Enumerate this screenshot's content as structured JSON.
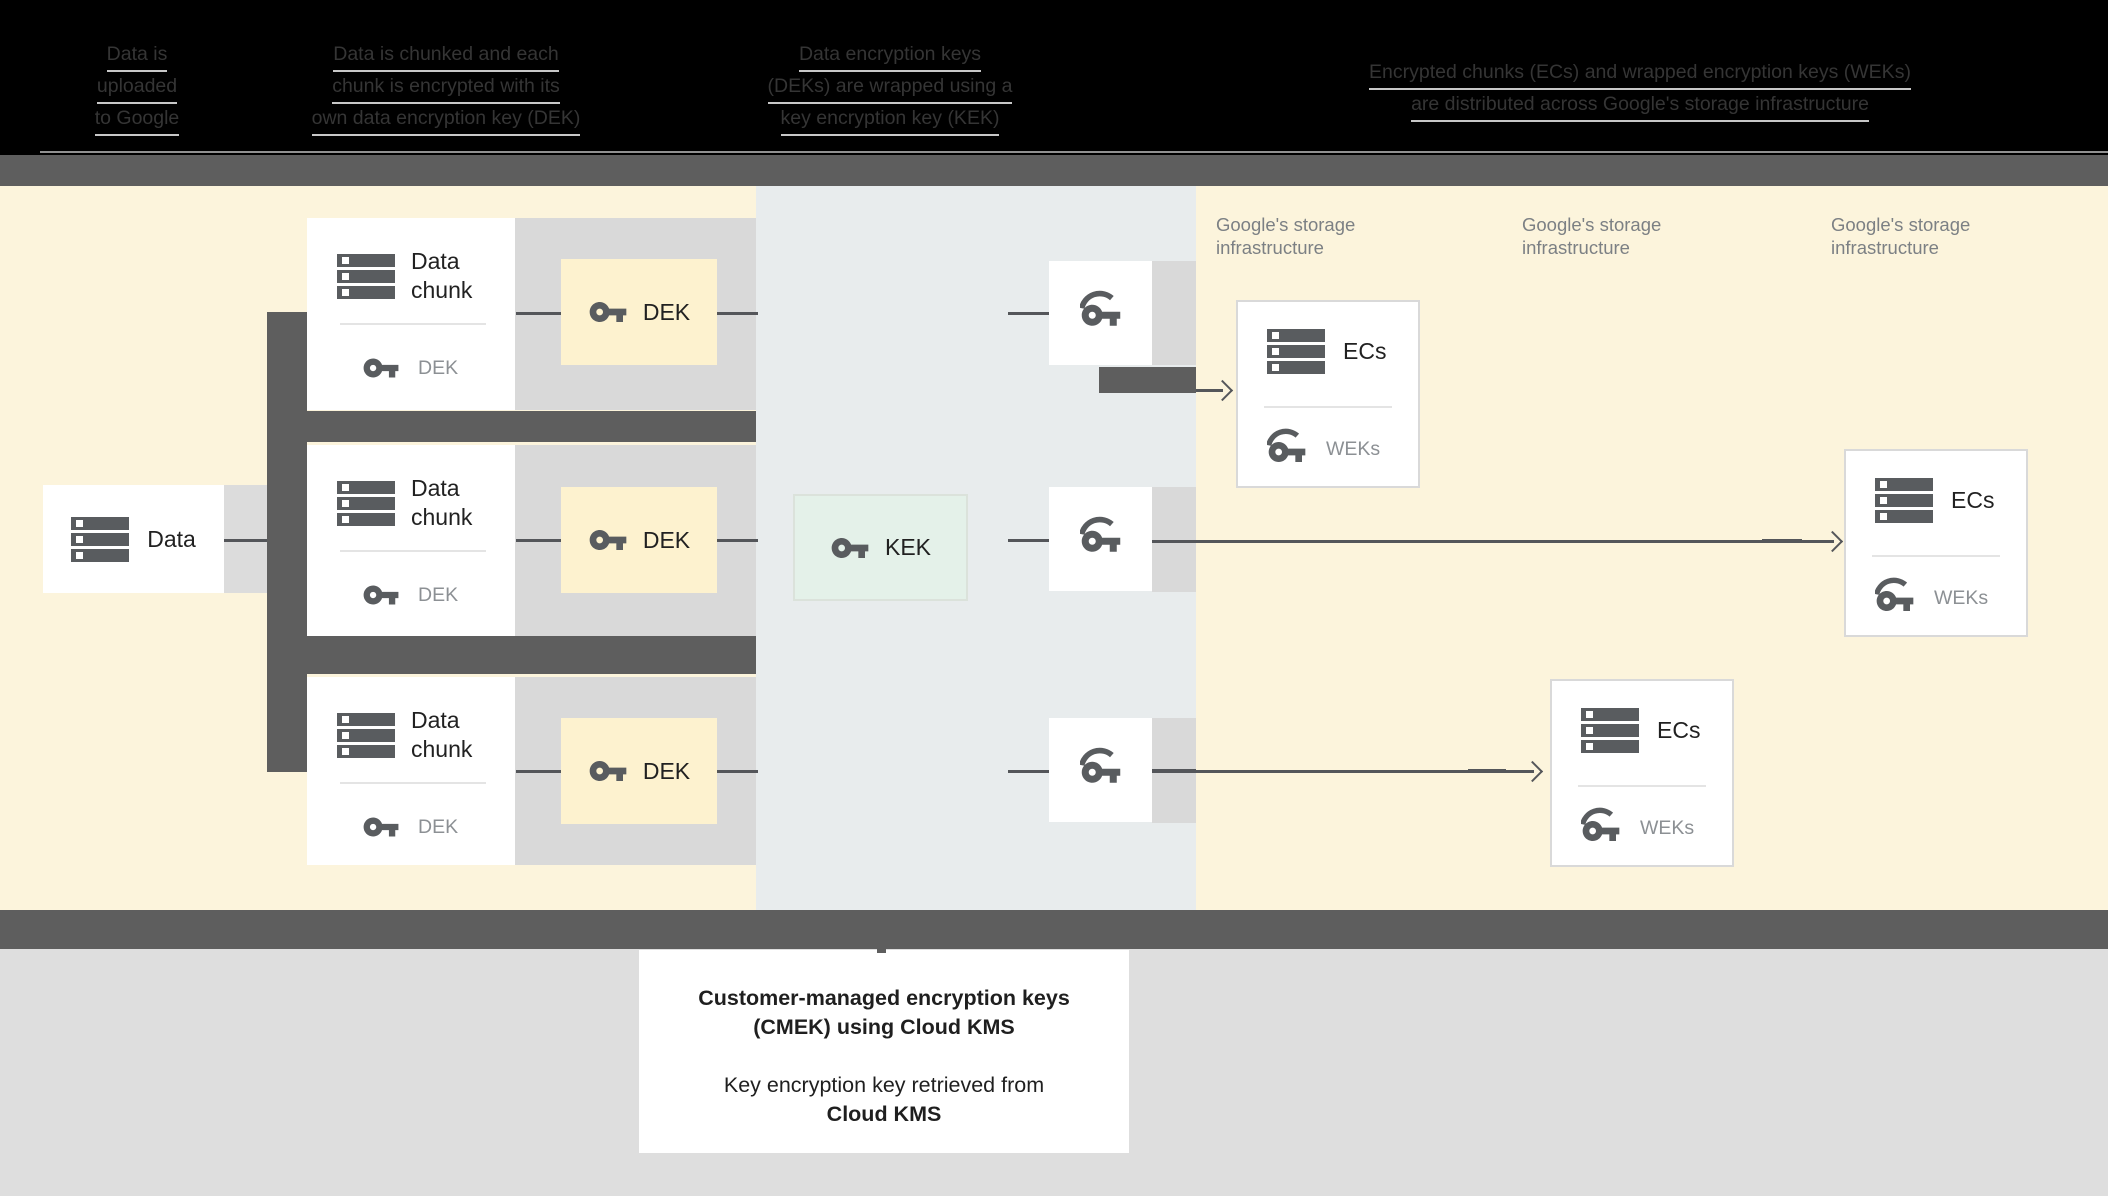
{
  "header": {
    "columns": [
      {
        "lines": [
          "Data is",
          "uploaded",
          "to Google"
        ]
      },
      {
        "lines": [
          "Data is chunked and each",
          "chunk is encrypted with its",
          "own data encryption key (DEK)"
        ]
      },
      {
        "lines": [
          "Data encryption keys",
          "(DEKs) are wrapped using a",
          "key encryption key (KEK)"
        ]
      },
      {
        "lines": [
          "Encrypted chunks (ECs) and wrapped encryption keys (WEKs)",
          "are distributed across Google's storage infrastructure"
        ]
      }
    ]
  },
  "diagram": {
    "data_box": {
      "label": "Data"
    },
    "chunk_rows": [
      {
        "title": [
          "Data",
          "chunk"
        ],
        "chunk_key_label": "DEK",
        "dek_box_label": "DEK"
      },
      {
        "title": [
          "Data",
          "chunk"
        ],
        "chunk_key_label": "DEK",
        "dek_box_label": "DEK"
      },
      {
        "title": [
          "Data",
          "chunk"
        ],
        "chunk_key_label": "DEK",
        "dek_box_label": "DEK"
      }
    ],
    "kek_box": {
      "label": "KEK"
    },
    "storage_columns": [
      {
        "label_lines": [
          "Google's storage",
          "infrastructure"
        ],
        "ec_box": {
          "title": "ECs",
          "key_label": "WEKs"
        }
      },
      {
        "label_lines": [
          "Google's storage",
          "infrastructure"
        ],
        "ec_box": {
          "title": "ECs",
          "key_label": "WEKs"
        }
      },
      {
        "label_lines": [
          "Google's storage",
          "infrastructure"
        ],
        "ec_box": {
          "title": "ECs",
          "key_label": "WEKs"
        }
      }
    ]
  },
  "annotation": {
    "lines": [
      {
        "text": "Customer-managed encryption keys"
      },
      {
        "text": "(CMEK) using Cloud KMS"
      },
      {
        "text": "Key encryption key retrieved from"
      },
      {
        "text": "Cloud KMS"
      }
    ]
  },
  "colors": {
    "background_yellow": "#fcf4dc",
    "central_band": "#e8eced",
    "gray_band": "#d9d9d9",
    "dark_gray": "#5e5e5e",
    "mint_kek": "#e4f1e9",
    "cream_dek": "#fdf2cf",
    "text_dark": "#212121",
    "text_gray": "#8c9094",
    "connector_line": "#54565a",
    "header_background": "#000000"
  }
}
